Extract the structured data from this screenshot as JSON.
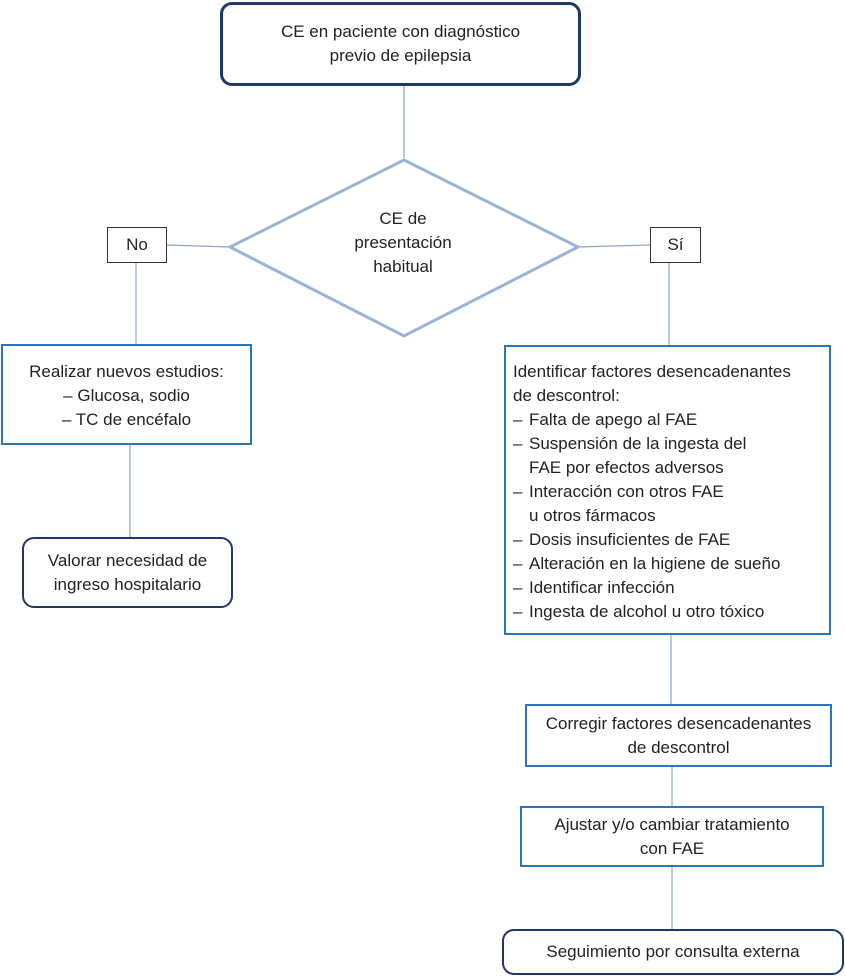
{
  "colors": {
    "dark_border": "#1f3864",
    "blue_border": "#2e75b6",
    "line": "#8aa4c8",
    "diamond": "#9ab3d6",
    "label_border": "#333333"
  },
  "start": {
    "lines": [
      "CE en paciente con diagnóstico",
      "previo de epilepsia"
    ]
  },
  "decision": {
    "lines": [
      "CE de",
      "presentación",
      "habitual"
    ]
  },
  "labels": {
    "no": "No",
    "yes": "Sí"
  },
  "left_branch": {
    "studies": {
      "title": "Realizar nuevos estudios:",
      "items": [
        "– Glucosa, sodio",
        "– TC de encéfalo"
      ]
    },
    "hospital": {
      "lines": [
        "Valorar necesidad de",
        "ingreso hospitalario"
      ]
    }
  },
  "right_branch": {
    "factors": {
      "title_lines": [
        "Identificar factores desencadenantes",
        "de descontrol:"
      ],
      "items": [
        [
          "Falta de apego al FAE"
        ],
        [
          "Suspensión de la ingesta del",
          "FAE por efectos adversos"
        ],
        [
          "Interacción con otros FAE",
          "u otros fármacos"
        ],
        [
          "Dosis insuficientes de FAE"
        ],
        [
          "Alteración en la higiene de sueño"
        ],
        [
          "Identificar infección"
        ],
        [
          "Ingesta de alcohol u otro tóxico"
        ]
      ]
    },
    "correct": {
      "lines": [
        "Corregir factores desencadenantes",
        "de descontrol"
      ]
    },
    "adjust": {
      "lines": [
        "Ajustar y/o cambiar tratamiento",
        "con FAE"
      ]
    },
    "followup": {
      "lines": [
        "Seguimiento por consulta externa"
      ]
    }
  }
}
